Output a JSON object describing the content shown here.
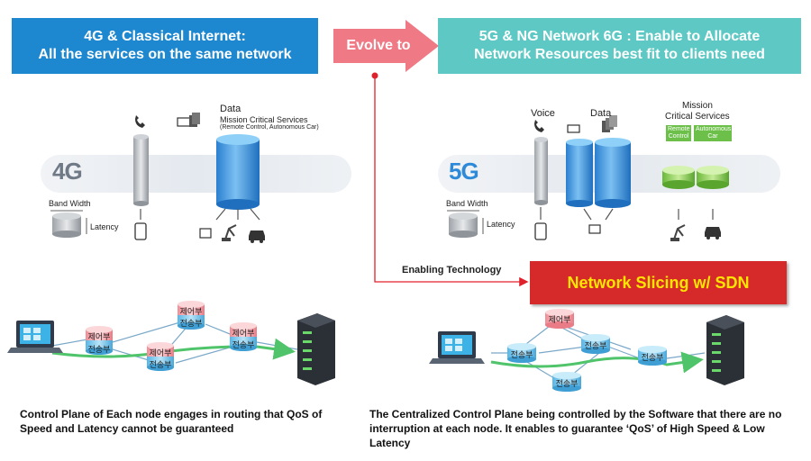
{
  "left_banner": {
    "line1": "4G & Classical Internet:",
    "line2": "All the services on the same network"
  },
  "evolve_label": "Evolve to",
  "right_banner": {
    "line1": "5G & NG Network 6G : Enable to Allocate",
    "line2": "Network Resources best fit to clients need"
  },
  "left_network": {
    "label": "4G",
    "data_label": "Data",
    "mission_label": "Mission Critical Services",
    "mission_sub": "(Remote Control, Autonomous Car)",
    "bandwidth_label": "Band Width",
    "latency_label": "Latency"
  },
  "right_network": {
    "label": "5G",
    "voice_label": "Voice",
    "data_label": "Data",
    "mission_label_1": "Mission",
    "mission_label_2": "Critical Services",
    "tag_remote_1": "Remote",
    "tag_remote_2": "Control",
    "tag_auto_1": "Autonomous",
    "tag_auto_2": "Car",
    "bandwidth_label": "Band Width",
    "latency_label": "Latency"
  },
  "enabling_label": "Enabling Technology",
  "slicing_label": "Network Slicing w/ SDN",
  "nodes": {
    "control": "제어부",
    "transfer": "전송부"
  },
  "left_description": "Control Plane of Each node engages in routing that QoS of Speed and Latency  cannot be guaranteed",
  "right_description": "The Centralized Control Plane being controlled by the Software that there are no interruption at each node. It enables to guarantee ‘QoS’ of High Speed & Low Latency",
  "colors": {
    "left_banner": "#1d87cf",
    "right_banner": "#5ec9c4",
    "evolve_arrow": "#ef7a86",
    "slicing_box": "#d62a2a",
    "slicing_text": "#ffe600",
    "connector": "#e0202a"
  }
}
